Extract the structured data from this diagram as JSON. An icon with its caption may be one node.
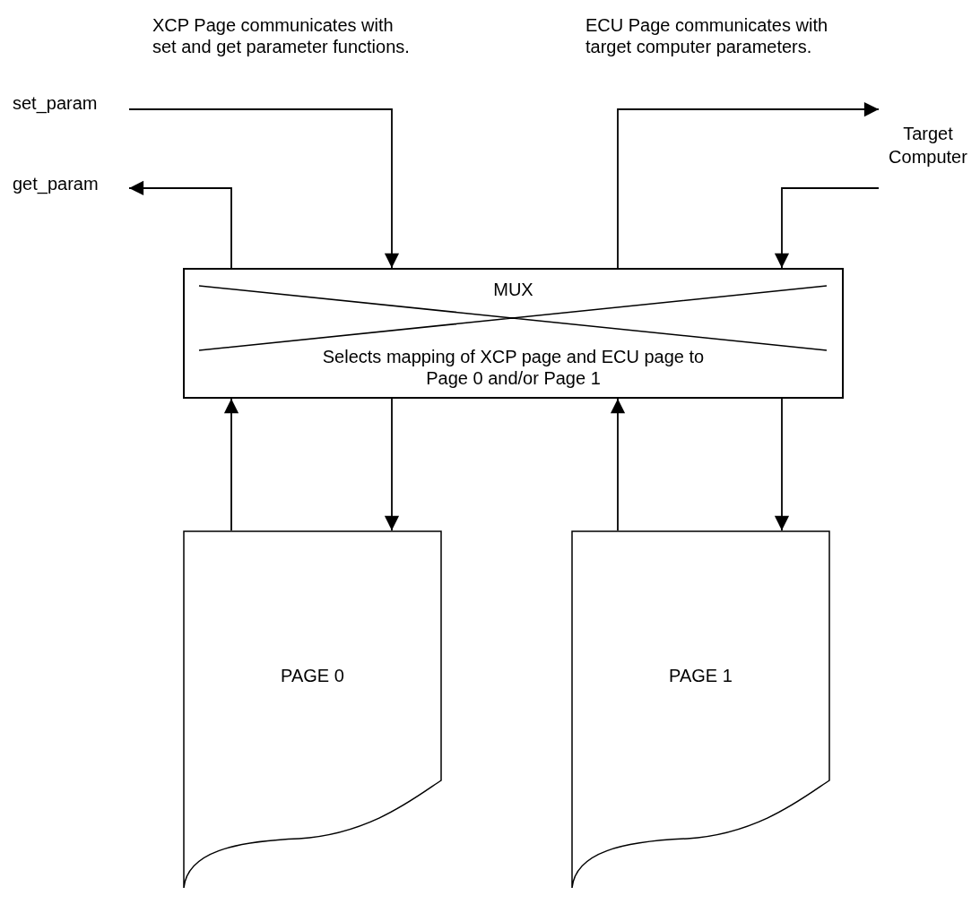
{
  "diagram": {
    "nodes": [
      {
        "text": [
          "set_param"
        ]
      },
      {
        "text": [
          "get_param"
        ]
      },
      {
        "text": [
          "Target Computer"
        ]
      },
      {
        "text": [
          "MUX",
          "Selects mapping of XCP page and ECU page to Page 0 and/or Page 1"
        ]
      },
      {
        "text": [
          "PAGE 0"
        ]
      },
      {
        "text": [
          "PAGE 1"
        ]
      }
    ],
    "edges": [
      {
        "from": 0,
        "to": 3,
        "arrow": "to"
      },
      {
        "from": 3,
        "to": 1,
        "arrow": "to"
      },
      {
        "from": 3,
        "to": 2,
        "arrow": "to"
      },
      {
        "from": 2,
        "to": 3,
        "arrow": "to"
      },
      {
        "from": 4,
        "to": 3,
        "arrow": "to"
      },
      {
        "from": 3,
        "to": 4,
        "arrow": "to"
      },
      {
        "from": 5,
        "to": 3,
        "arrow": "to"
      },
      {
        "from": 3,
        "to": 5,
        "arrow": "to"
      }
    ],
    "labels": [
      "XCP Page communicates with set and get parameter functions.",
      "ECU Page communicates with target computer parameters."
    ]
  }
}
